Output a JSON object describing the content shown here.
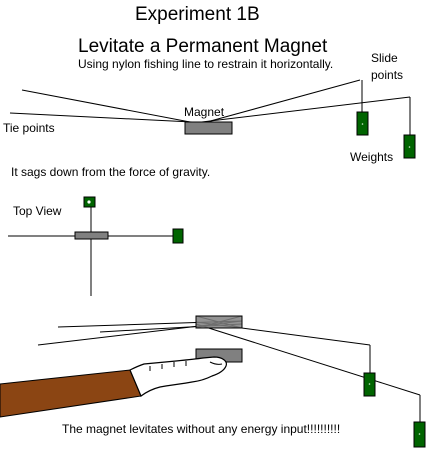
{
  "title": "Experiment 1B",
  "subtitle": "Levitate a Permanent Magnet",
  "caption_top": "Using nylon fishing line to restrain it horizontally.",
  "labels": {
    "slide_points_line1": "Slide",
    "slide_points_line2": "points",
    "magnet": "Magnet",
    "tie_points": "Tie points",
    "weights": "Weights",
    "top_view": "Top View"
  },
  "caption_sag": "It sags down from the force of gravity.",
  "caption_bottom": "The magnet levitates without any energy input!!!!!!!!!!",
  "colors": {
    "magnet": "#808080",
    "weight": "#006400",
    "arm_sleeve": "#8b4513",
    "line": "#000000"
  }
}
